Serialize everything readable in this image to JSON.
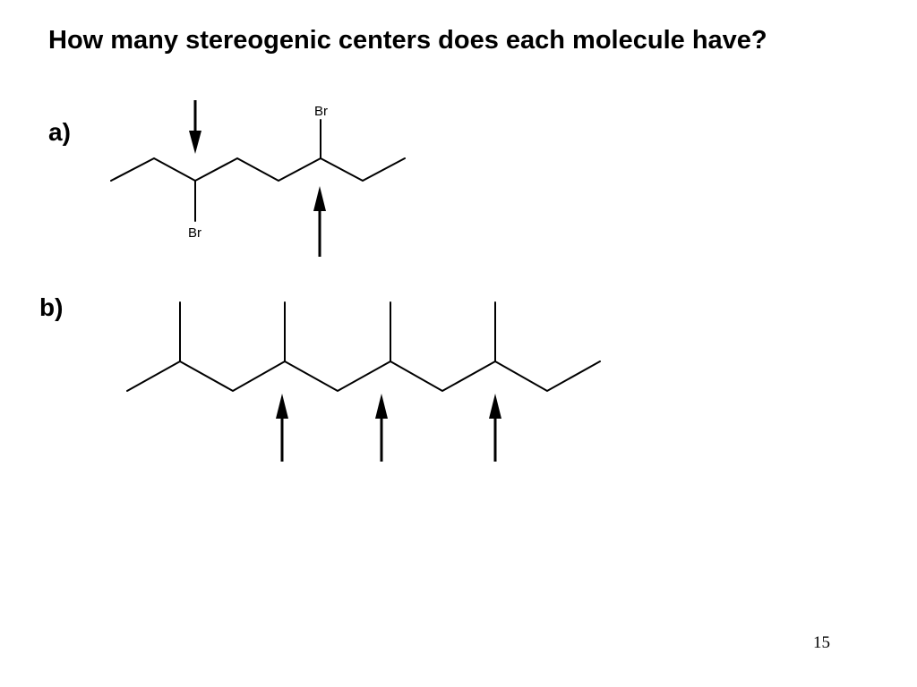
{
  "slide": {
    "title": "How many stereogenic centers does each molecule have?",
    "page_number": "15"
  },
  "molecule_a": {
    "label": "a)",
    "substituents": [
      {
        "id": "top",
        "text": "Br"
      },
      {
        "id": "bottom",
        "text": "Br"
      }
    ]
  },
  "molecule_b": {
    "label": "b)"
  }
}
